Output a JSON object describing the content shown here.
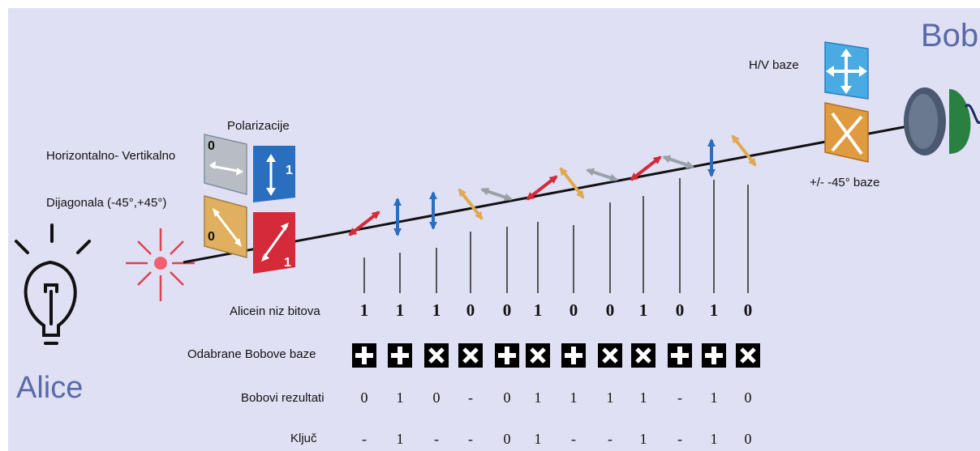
{
  "labels": {
    "alice": "Alice",
    "bob": "Bob",
    "polarizacije": "Polarizacije",
    "hv": "Horizontalno- Vertikalno",
    "diag": "Dijagonala (-45°,+45°)",
    "hv_baze": "H/V baze",
    "diag_baze": "+/- -45° baze",
    "bits_row": "Alicein niz bitova",
    "bases_row": "Odabrane Bobove baze",
    "results_row": "Bobovi rezultati",
    "key_row": "Ključ"
  },
  "polarizer_values": {
    "hv_horizontal": "0",
    "hv_vertical": "1",
    "diag_yellow": "0",
    "diag_red": "1"
  },
  "colors": {
    "background": "#e0e0f4",
    "red": "#d42a3a",
    "blue": "#2a6ec0",
    "gray": "#9aa0a8",
    "yellow": "#e0a850",
    "bob_title": "#5a6aa8"
  },
  "photons": [
    "red-diagonal",
    "blue-vertical",
    "blue-vertical",
    "yellow-diagonal",
    "gray-horizontal",
    "red-diagonal",
    "yellow-diagonal",
    "gray-horizontal",
    "red-diagonal",
    "gray-horizontal",
    "blue-vertical",
    "yellow-diagonal"
  ],
  "alice_bits": [
    "1",
    "1",
    "1",
    "0",
    "0",
    "1",
    "0",
    "0",
    "1",
    "0",
    "1",
    "0"
  ],
  "bob_bases": [
    "+",
    "+",
    "x",
    "x",
    "+",
    "x",
    "+",
    "x",
    "x",
    "+",
    "+",
    "x"
  ],
  "bob_results": [
    "0",
    "1",
    "0",
    "-",
    "0",
    "1",
    "1",
    "1",
    "1",
    "-",
    "1",
    "0"
  ],
  "key": [
    "-",
    "1",
    "-",
    "-",
    "0",
    "1",
    "-",
    "-",
    "1",
    "-",
    "1",
    "0"
  ]
}
